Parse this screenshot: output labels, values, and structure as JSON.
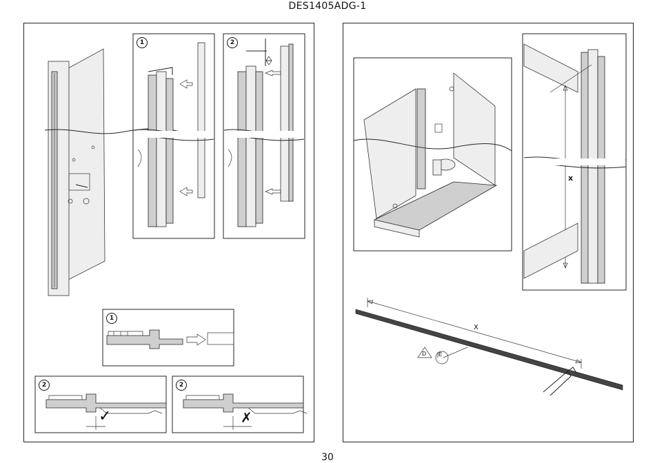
{
  "document": {
    "title": "DES1405ADG-1",
    "page_number": "30"
  },
  "left_panel": {
    "step_badges": {
      "profile_step_1": "1",
      "profile_step_2": "2",
      "section_step_1": "1",
      "section_step_2_correct": "2",
      "section_step_2_wrong": "2"
    },
    "result_marks": {
      "correct": "✓",
      "wrong": "✗"
    }
  },
  "right_panel": {
    "dimension_labels": {
      "gap_x": "x",
      "measure_x": "X"
    },
    "callouts": {
      "triangle_label": "D",
      "circle_label": "JE"
    }
  }
}
